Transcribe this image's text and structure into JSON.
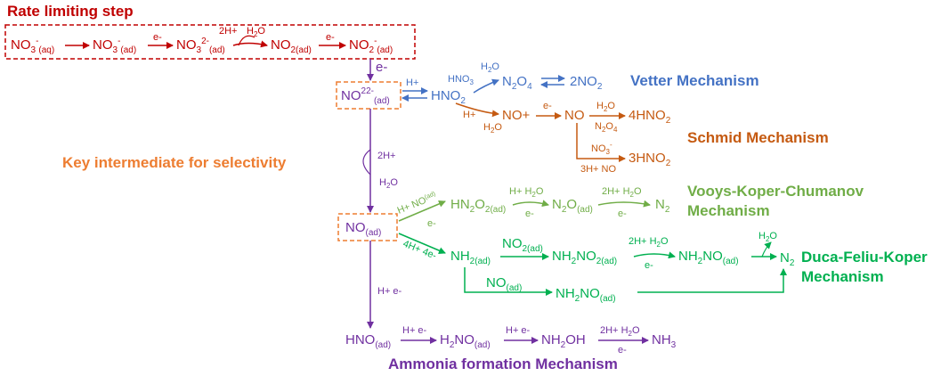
{
  "colors": {
    "red": "#c00000",
    "purple": "#7030a0",
    "blue": "#4472c4",
    "orange": "#c55a11",
    "lightorange": "#ed7d31",
    "lightgreen": "#70ad47",
    "green": "#00b050"
  },
  "titles": {
    "rate_limiting": "Rate limiting step",
    "key_intermediate": "Key intermediate for selectivity",
    "vetter": "Vetter Mechanism",
    "schmid": "Schmid Mechanism",
    "vkc_line1": "Vooys-Koper-Chumanov",
    "vkc_line2": "Mechanism",
    "dfk_line1": "Duca-Feliu-Koper",
    "dfk_line2": "Mechanism",
    "ammonia": "Ammonia formation Mechanism"
  },
  "rate_chain": {
    "no3_aq": "NO",
    "no3_aq_sub": "3",
    "no3_aq_sup": "-",
    "no3_aq_sub2": "(aq)",
    "no3_ad": "NO",
    "no3_ad_sub": "3",
    "no3_ad_sup": "-",
    "no3_ad_sub2": "(ad)",
    "no32_ad": "NO",
    "no32_ad_sub": "3",
    "no32_ad_sup": "2-",
    "no32_ad_sub2": "(ad)",
    "no2_ad": "NO",
    "no2_ad_sub": "2(ad)",
    "no2m_ad": "NO",
    "no2m_ad_sub": "2",
    "no2m_ad_sup": "-",
    "no2m_ad_sub2": "(ad)",
    "e1": "e-",
    "h2": "2H+",
    "h2o": "H",
    "h2o_sub": "2",
    "h2o_o": "O",
    "e2": "e-"
  },
  "main_column": {
    "e_down": "e-",
    "no22_ad": "NO",
    "no22_ad_sub": "2",
    "no22_ad_sup": "2-",
    "no22_ad_sub2": "(ad)",
    "h2plus": "2H+",
    "h2o": "H",
    "h2o_sub": "2",
    "h2o_o": "O",
    "no_ad": "NO",
    "no_ad_sub": "(ad)",
    "h_e": "H+ e-",
    "hno_ad": "HNO",
    "hno_ad_sub": "(ad)"
  },
  "vetter": {
    "hplus": "H+",
    "hno2": "HNO",
    "hno2_sub": "2",
    "hno3": "HNO",
    "hno3_sub": "3",
    "h2o": "H",
    "h2o_sub": "2",
    "h2o_o": "O",
    "n2o4": "N",
    "n2o4_sub1": "2",
    "n2o4_o": "O",
    "n2o4_sub2": "4",
    "two_no2": "2NO",
    "two_no2_sub": "2"
  },
  "schmid": {
    "hplus": "H+",
    "h2o": "H",
    "h2o_sub": "2",
    "h2o_o": "O",
    "no_plus": "NO+",
    "e": "e-",
    "no": "NO",
    "h2o_top": "H",
    "h2o_top_sub": "2",
    "h2o_top_o": "O",
    "n2o4": "N",
    "n2o4_sub1": "2",
    "n2o4_o": "O",
    "n2o4_sub2": "4",
    "four_hno2": "4HNO",
    "four_hno2_sub": "2",
    "no3m": "NO",
    "no3m_sub": "3",
    "no3m_sup": "-",
    "three_h_no": "3H+  NO",
    "three_hno2": "3HNO",
    "three_hno2_sub": "2"
  },
  "vkc": {
    "reagents": "H+ NO",
    "reagents_sub": "(ad)",
    "e": "e-",
    "hn2o2": "HN",
    "hn2o2_sub1": "2",
    "hn2o2_o": "O",
    "hn2o2_sub2": "2(ad)",
    "hplus": "H+",
    "h2o": "H",
    "h2o_sub": "2",
    "h2o_o": "O",
    "e2": "e-",
    "n2o": "N",
    "n2o_sub1": "2",
    "n2o_o": "O",
    "n2o_sub2": "(ad)",
    "h2plus": "2H+",
    "h2o2": "H",
    "h2o2_sub": "2",
    "h2o2_o": "O",
    "e3": "e-",
    "n2": "N",
    "n2_sub": "2"
  },
  "dfk": {
    "reagents": "4H+ 4e-",
    "nh2": "NH",
    "nh2_sub": "2(ad)",
    "no2_label": "NO",
    "no2_label_sub": "2(ad)",
    "nh2no2": "NH",
    "nh2no2_sub1": "2",
    "nh2no2_no": "NO",
    "nh2no2_sub2": "2(ad)",
    "h2plus": "2H+",
    "h2o": "H",
    "h2o_sub": "2",
    "h2o_o": "O",
    "e": "e-",
    "nh2no": "NH",
    "nh2no_sub1": "2",
    "nh2no_no": "NO",
    "nh2no_sub2": "(ad)",
    "h2o_top": "H",
    "h2o_top_sub": "2",
    "h2o_top_o": "O",
    "n2": "N",
    "n2_sub": "2",
    "no_label": "NO",
    "no_label_sub": "(ad)",
    "nh2no_b": "NH",
    "nh2no_b_sub1": "2",
    "nh2no_b_no": "NO",
    "nh2no_b_sub2": "(ad)"
  },
  "ammonia": {
    "h_e1": "H+ e-",
    "h2no": "H",
    "h2no_sub1": "2",
    "h2no_no": "NO",
    "h2no_sub2": "(ad)",
    "h_e2": "H+ e-",
    "nh2oh": "NH",
    "nh2oh_sub": "2",
    "nh2oh_oh": "OH",
    "h2plus": "2H+",
    "h2o": "H",
    "h2o_sub": "2",
    "h2o_o": "O",
    "e": "e-",
    "nh3": "NH",
    "nh3_sub": "3"
  }
}
